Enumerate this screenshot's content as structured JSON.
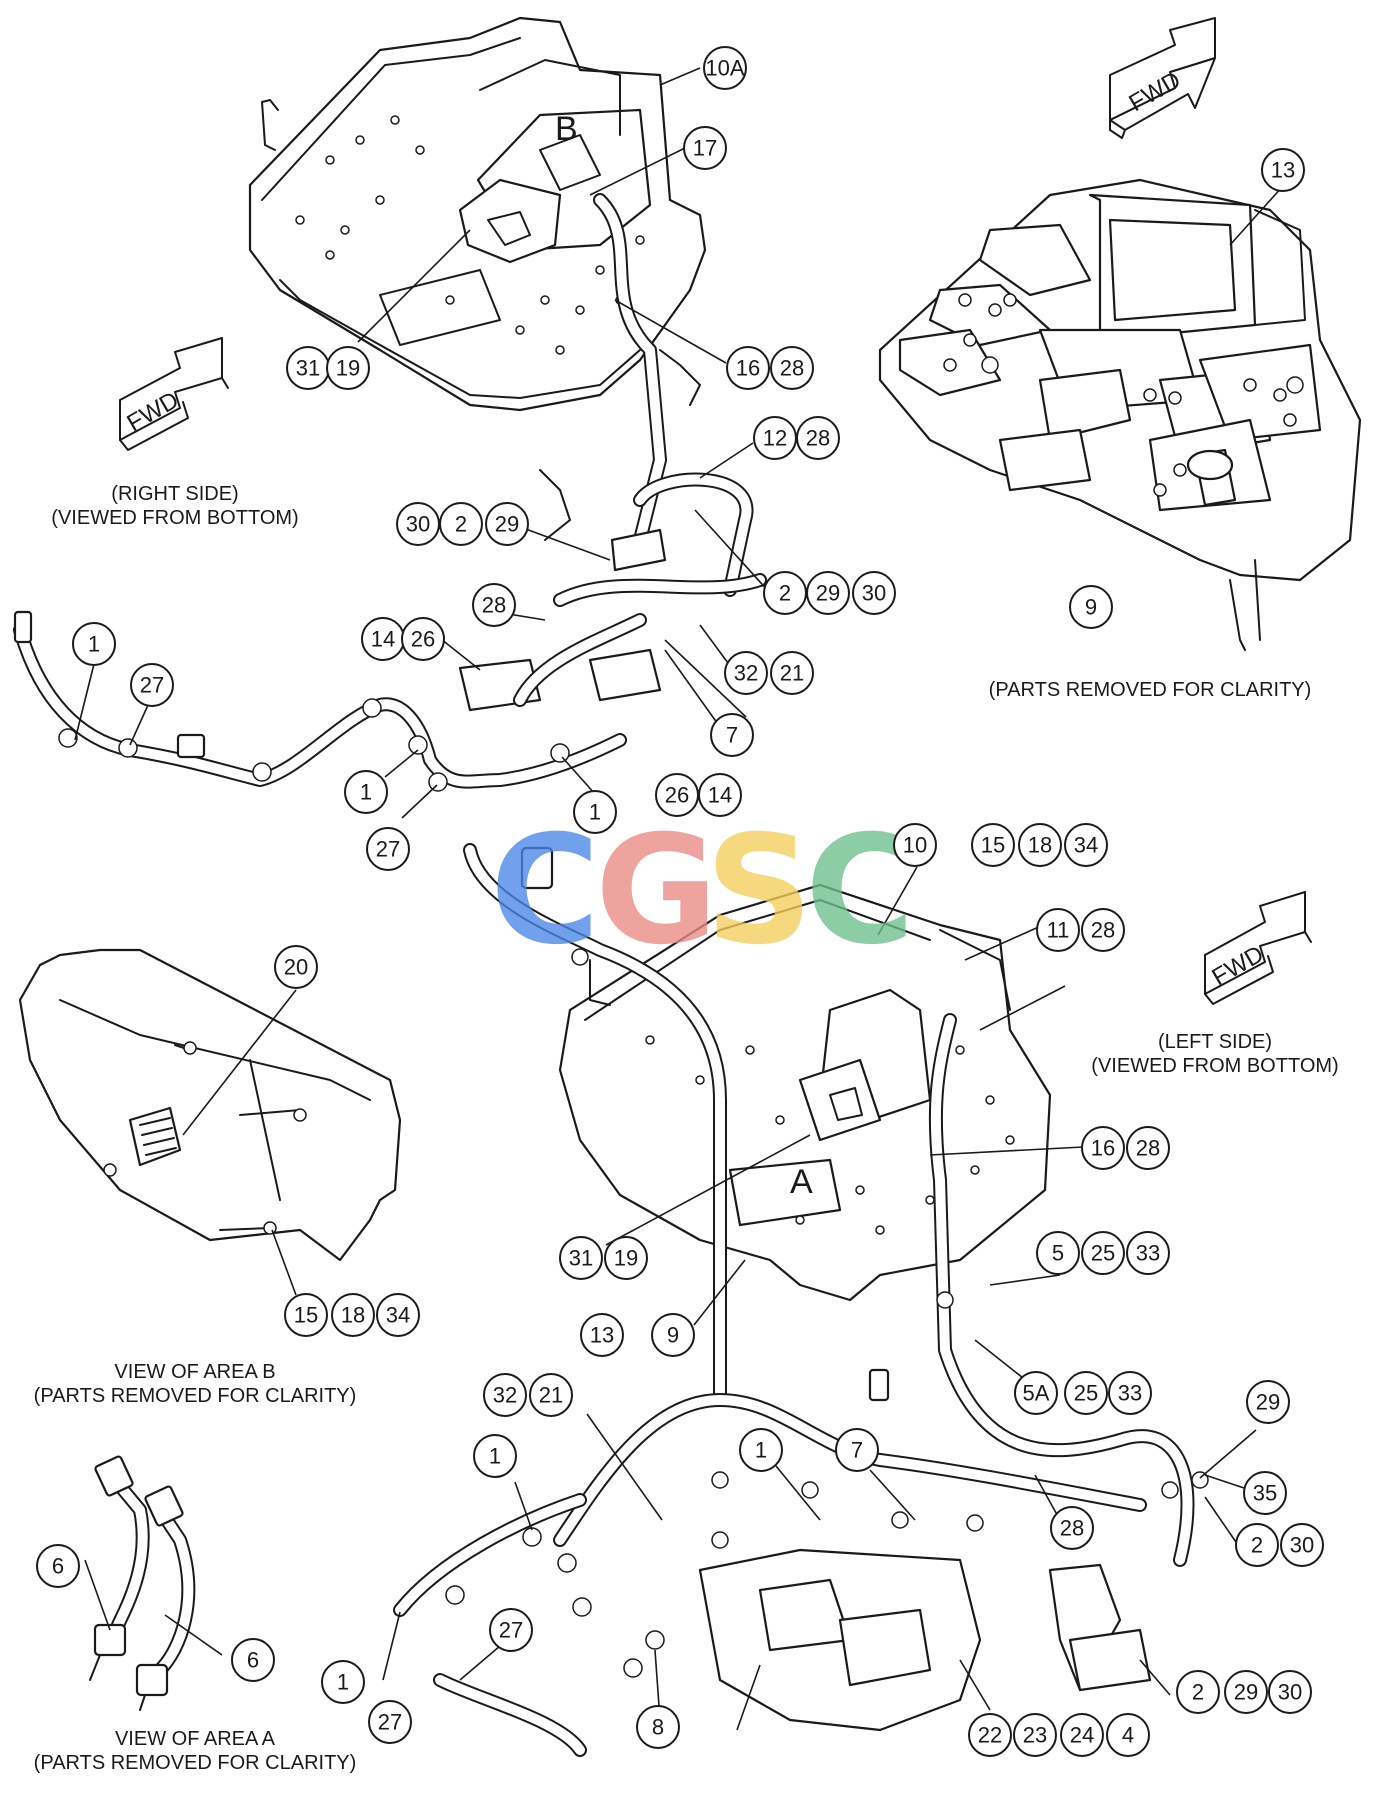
{
  "captions": {
    "right_side_title": "(RIGHT SIDE)",
    "right_side_sub": "(VIEWED FROM BOTTOM)",
    "left_side_title": "(LEFT SIDE)",
    "left_side_sub": "(VIEWED FROM BOTTOM)",
    "parts_removed_top": "(PARTS REMOVED FOR CLARITY)",
    "area_b_title": "VIEW OF AREA B",
    "area_b_sub": "(PARTS REMOVED FOR CLARITY)",
    "area_a_title": "VIEW OF AREA A",
    "area_a_sub": "(PARTS REMOVED FOR CLARITY)"
  },
  "arrows": {
    "fwd_label": "FWD"
  },
  "area_labels": {
    "a": "A",
    "b": "B"
  },
  "watermark": {
    "letters": [
      "C",
      "G",
      "S",
      "C"
    ],
    "colors": [
      "#4a86e8",
      "#ea8a85",
      "#f4cf5a",
      "#6cc08e"
    ]
  },
  "callouts": [
    "10A",
    "17",
    "31",
    "19",
    "16",
    "28",
    "12",
    "28",
    "13",
    "30",
    "2",
    "29",
    "2",
    "29",
    "30",
    "28",
    "14",
    "26",
    "32",
    "21",
    "1",
    "27",
    "7",
    "1",
    "1",
    "26",
    "14",
    "27",
    "9",
    "10",
    "15",
    "18",
    "34",
    "11",
    "28",
    "20",
    "16",
    "28",
    "31",
    "19",
    "5",
    "25",
    "33",
    "13",
    "9",
    "15",
    "18",
    "34",
    "5A",
    "25",
    "33",
    "32",
    "21",
    "29",
    "1",
    "1",
    "7",
    "35",
    "28",
    "2",
    "30",
    "6",
    "6",
    "27",
    "1",
    "27",
    "8",
    "22",
    "23",
    "24",
    "4",
    "2",
    "29",
    "30"
  ]
}
